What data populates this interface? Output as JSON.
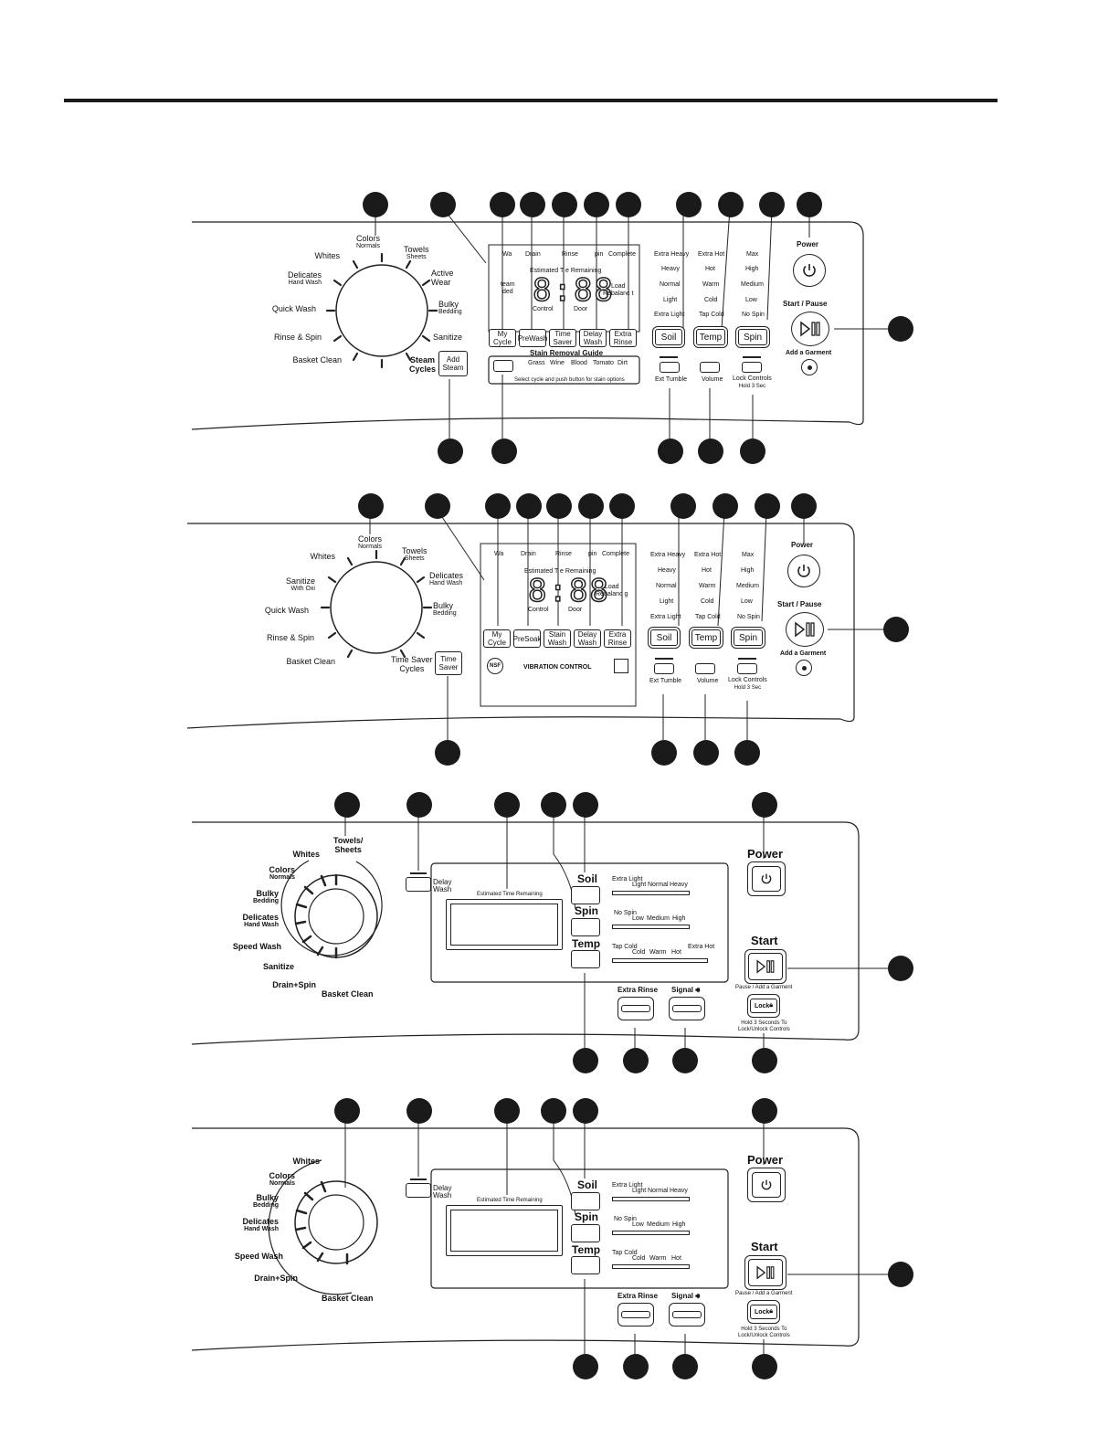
{
  "panel1": {
    "cycles": {
      "colors": "Colors",
      "colors_sub": "Normals",
      "whites": "Whites",
      "towels": "Towels",
      "towels_sub": "Sheets",
      "delicates": "Delicates",
      "delicates_sub": "Hand Wash",
      "active": "Active",
      "active2": "Wear",
      "bulky": "Bulky",
      "bulky_sub": "Bedding",
      "quick": "Quick Wash",
      "rinse": "Rinse & Spin",
      "sanitize": "Sanitize",
      "basket": "Basket Clean",
      "steam": "Steam",
      "steam2": "Cycles"
    },
    "add_steam": "Add",
    "add_steam2": "Steam",
    "display": {
      "wash": "Wa",
      "drain": "Drain",
      "rinse": "Rinse",
      "spin": "pin",
      "complete": "Complete",
      "estimated": "Estimated T",
      "remaining": "e Remaining",
      "digits": "8:88",
      "control": "Control",
      "door": "Door",
      "load": "Load",
      "rebalance": "Rebalanc",
      "rebalance_t": "t",
      "steamed": "team",
      "steamed2": "ded"
    },
    "buttons": [
      "My Cycle",
      "PreWash",
      "Time Saver",
      "Delay Wash",
      "Extra Rinse"
    ],
    "stain_title": "Stain Removal Guide",
    "stains": [
      "Grass",
      "Wine",
      "Blood",
      "Tomato",
      "Dirt"
    ],
    "stain_note": "Select cycle and push button for stain options",
    "soil": {
      "label": "Soil",
      "options": [
        "Extra Heavy",
        "Heavy",
        "Normal",
        "Light",
        "Extra Light"
      ]
    },
    "temp": {
      "label": "Temp",
      "options": [
        "Extra Hot",
        "Hot",
        "Warm",
        "Cold",
        "Tap Cold"
      ]
    },
    "spin": {
      "label": "Spin",
      "options": [
        "Max",
        "High",
        "Medium",
        "Low",
        "No Spin"
      ]
    },
    "ext_tumble": "Ext Tumble",
    "volume": "Volume",
    "lock": "Lock Controls",
    "lock_sub": "Hold 3 Sec",
    "power": "Power",
    "start": "Start / Pause",
    "garment": "Add a Garment"
  },
  "panel2": {
    "cycles": {
      "colors": "Colors",
      "colors_sub": "Normals",
      "whites": "Whites",
      "towels": "Towels",
      "towels_sub": "Sheets",
      "sanitize": "Sanitize",
      "sanitize_sub": "With Oxi",
      "delicates": "Delicates",
      "delicates_sub": "Hand Wash",
      "quick": "Quick Wash",
      "bulky": "Bulky",
      "bulky_sub": "Bedding",
      "rinse": "Rinse & Spin",
      "basket": "Basket Clean",
      "timesaver": "Time Saver",
      "timesaver2": "Cycles"
    },
    "time_saver": "Time",
    "time_saver2": "Saver",
    "display": {
      "wash": "Wa",
      "drain": "Drain",
      "rinse": "Rinse",
      "spin": "pin",
      "complete": "Complete",
      "estimated": "Estimated T",
      "remaining": "e Remaining",
      "digits": "8:88",
      "control": "Control",
      "door": "Door",
      "load": "Load",
      "rebalance": "Rebalanc",
      "rebalance_t": "g"
    },
    "buttons": [
      "My Cycle",
      "PreSoak",
      "Stain Wash",
      "Delay Wash",
      "Extra Rinse"
    ],
    "vibration": "VIBRATION CONTROL",
    "nsf": "NSF",
    "soil": {
      "label": "Soil",
      "options": [
        "Extra Heavy",
        "Heavy",
        "Normal",
        "Light",
        "Extra Light"
      ]
    },
    "temp": {
      "label": "Temp",
      "options": [
        "Extra Hot",
        "Hot",
        "Warm",
        "Cold",
        "Tap Cold"
      ]
    },
    "spin": {
      "label": "Spin",
      "options": [
        "Max",
        "High",
        "Medium",
        "Low",
        "No Spin"
      ]
    },
    "ext_tumble": "Ext Tumble",
    "volume": "Volume",
    "lock": "Lock Controls",
    "lock_sub": "Hold 3 Sec",
    "power": "Power",
    "start": "Start / Pause",
    "garment": "Add a Garment"
  },
  "panel3": {
    "cycles": {
      "towels": "Towels/",
      "towels2": "Sheets",
      "whites": "Whites",
      "colors": "Colors",
      "colors_sub": "Normals",
      "bulky": "Bulky",
      "bulky_sub": "Bedding",
      "delicates": "Delicates",
      "delicates_sub": "Hand Wash",
      "speed": "Speed Wash",
      "sanitize": "Sanitize",
      "drain": "Drain+Spin",
      "basket": "Basket Clean"
    },
    "delay": "Delay",
    "delay2": "Wash",
    "estimated": "Estimated Time Remaining",
    "soil": {
      "label": "Soil",
      "options": [
        "Extra Light",
        "Light",
        "Normal",
        "Heavy"
      ]
    },
    "spin": {
      "label": "Spin",
      "options": [
        "No Spin",
        "Low",
        "Medium",
        "High"
      ]
    },
    "temp": {
      "label": "Temp",
      "options": [
        "Tap Cold",
        "Cold",
        "Warm",
        "Hot",
        "Extra Hot"
      ]
    },
    "extra_rinse": "Extra Rinse",
    "signal": "Signal",
    "power": "Power",
    "start": "Start",
    "pause": "Pause / Add a Garment",
    "lock": "Lock",
    "lock_note": "Hold 3 Seconds To",
    "lock_note2": "Lock/Unlock Controls"
  },
  "panel4": {
    "cycles": {
      "whites": "Whites",
      "colors": "Colors",
      "colors_sub": "Normals",
      "bulky": "Bulky",
      "bulky_sub": "Bedding",
      "delicates": "Delicates",
      "delicates_sub": "Hand Wash",
      "speed": "Speed Wash",
      "drain": "Drain+Spin",
      "basket": "Basket Clean"
    },
    "delay": "Delay",
    "delay2": "Wash",
    "estimated": "Estimated Time Remaining",
    "soil": {
      "label": "Soil",
      "options": [
        "Extra Light",
        "Light",
        "Normal",
        "Heavy"
      ]
    },
    "spin": {
      "label": "Spin",
      "options": [
        "No Spin",
        "Low",
        "Medium",
        "High"
      ]
    },
    "temp": {
      "label": "Temp",
      "options": [
        "Tap Cold",
        "Cold",
        "Warm",
        "Hot"
      ]
    },
    "extra_rinse": "Extra Rinse",
    "signal": "Signal",
    "power": "Power",
    "start": "Start",
    "pause": "Pause / Add a Garment",
    "lock": "Lock",
    "lock_note": "Hold 3 Seconds To",
    "lock_note2": "Lock/Unlock Controls"
  },
  "icons": [
    "power-icon",
    "play-pause-icon",
    "lock-icon",
    "signal-icon",
    "steam-icon"
  ],
  "colors": {
    "ink": "#1a1a1a",
    "paper": "#ffffff"
  }
}
